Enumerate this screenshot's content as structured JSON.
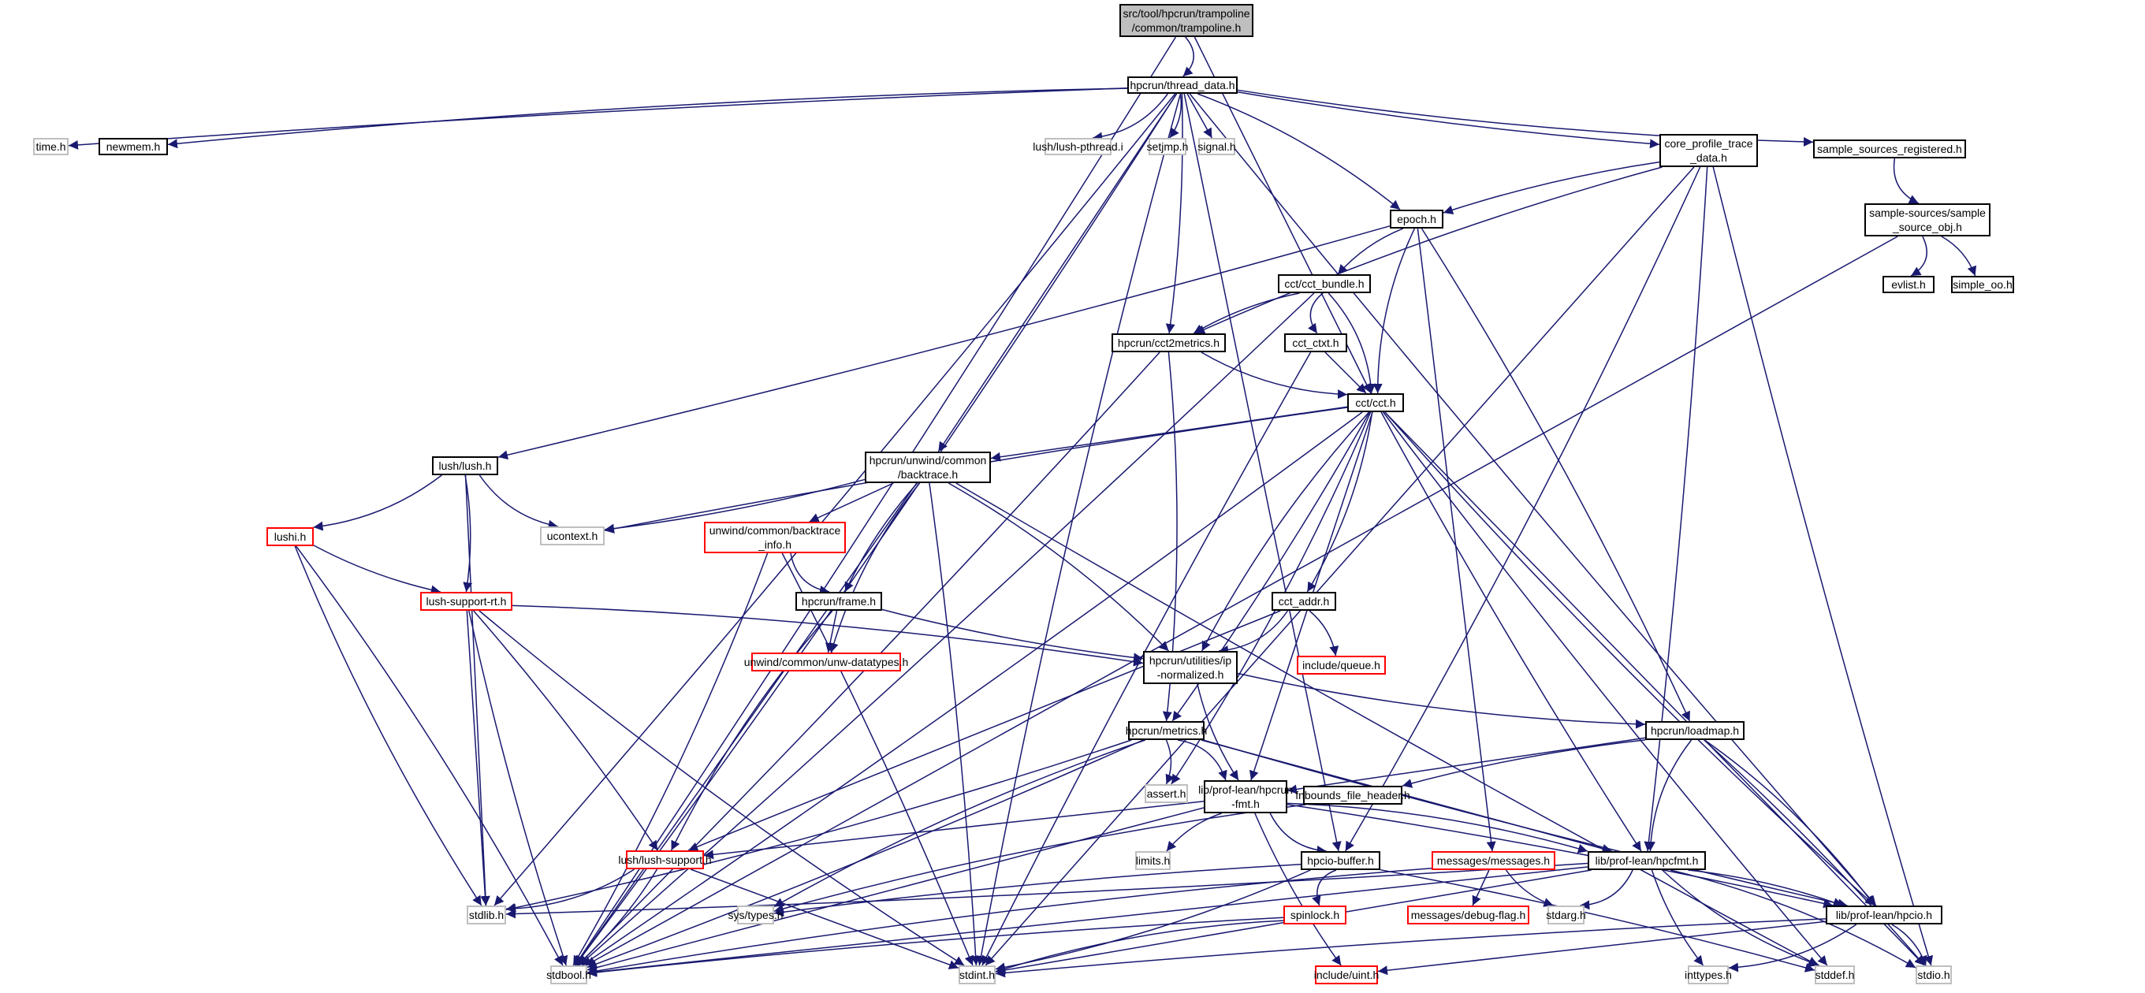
{
  "title": "src/tool/hpcrun/trampoline/common/trampoline.h include dependency graph",
  "colors": {
    "edge": "#191970",
    "node_border": "#000000",
    "system_border": "#bfbfbf",
    "truncated_border": "#ff0000",
    "root_fill": "#bfbfbf"
  },
  "nodes": [
    {
      "id": "root",
      "label": "src/tool/hpcrun/trampoline\n/common/trampoline.h",
      "kind": "root"
    },
    {
      "id": "thread_data",
      "label": "hpcrun/thread_data.h",
      "kind": "normal"
    },
    {
      "id": "time",
      "label": "time.h",
      "kind": "sys"
    },
    {
      "id": "newmem",
      "label": "newmem.h",
      "kind": "normal"
    },
    {
      "id": "lush_pthread",
      "label": "lush/lush-pthread.i",
      "kind": "sys"
    },
    {
      "id": "setjmp",
      "label": "setjmp.h",
      "kind": "sys"
    },
    {
      "id": "signal",
      "label": "signal.h",
      "kind": "sys"
    },
    {
      "id": "core_profile",
      "label": "core_profile_trace\n_data.h",
      "kind": "normal"
    },
    {
      "id": "ss_registered",
      "label": "sample_sources_registered.h",
      "kind": "normal"
    },
    {
      "id": "ss_obj",
      "label": "sample-sources/sample\n_source_obj.h",
      "kind": "normal"
    },
    {
      "id": "evlist",
      "label": "evlist.h",
      "kind": "normal"
    },
    {
      "id": "simple_oo",
      "label": "simple_oo.h",
      "kind": "normal"
    },
    {
      "id": "epoch",
      "label": "epoch.h",
      "kind": "normal"
    },
    {
      "id": "cct_bundle",
      "label": "cct/cct_bundle.h",
      "kind": "normal"
    },
    {
      "id": "cct2metrics",
      "label": "hpcrun/cct2metrics.h",
      "kind": "normal"
    },
    {
      "id": "cct_ctxt",
      "label": "cct_ctxt.h",
      "kind": "normal"
    },
    {
      "id": "cct",
      "label": "cct/cct.h",
      "kind": "normal"
    },
    {
      "id": "lush",
      "label": "lush/lush.h",
      "kind": "normal"
    },
    {
      "id": "backtrace",
      "label": "hpcrun/unwind/common\n/backtrace.h",
      "kind": "normal"
    },
    {
      "id": "ucontext",
      "label": "ucontext.h",
      "kind": "sys"
    },
    {
      "id": "lushi",
      "label": "lushi.h",
      "kind": "trunc"
    },
    {
      "id": "bt_info",
      "label": "unwind/common/backtrace\n_info.h",
      "kind": "trunc"
    },
    {
      "id": "lush_support_rt",
      "label": "lush-support-rt.h",
      "kind": "trunc"
    },
    {
      "id": "frame",
      "label": "hpcrun/frame.h",
      "kind": "normal"
    },
    {
      "id": "unw_datatypes",
      "label": "unwind/common/unw-datatypes.h",
      "kind": "trunc"
    },
    {
      "id": "cct_addr",
      "label": "cct_addr.h",
      "kind": "normal"
    },
    {
      "id": "ip_norm",
      "label": "hpcrun/utilities/ip\n-normalized.h",
      "kind": "normal"
    },
    {
      "id": "queue",
      "label": "include/queue.h",
      "kind": "trunc"
    },
    {
      "id": "metrics",
      "label": "hpcrun/metrics.h",
      "kind": "normal"
    },
    {
      "id": "loadmap",
      "label": "hpcrun/loadmap.h",
      "kind": "normal"
    },
    {
      "id": "assert",
      "label": "assert.h",
      "kind": "sys"
    },
    {
      "id": "hpcrun_fmt",
      "label": "lib/prof-lean/hpcrun\n-fmt.h",
      "kind": "normal"
    },
    {
      "id": "fnbounds",
      "label": "fnbounds_file_header.h",
      "kind": "normal"
    },
    {
      "id": "lush_support",
      "label": "lush/lush-support.h",
      "kind": "trunc"
    },
    {
      "id": "limits",
      "label": "limits.h",
      "kind": "sys"
    },
    {
      "id": "hpcio_buffer",
      "label": "hpcio-buffer.h",
      "kind": "normal"
    },
    {
      "id": "messages",
      "label": "messages/messages.h",
      "kind": "trunc"
    },
    {
      "id": "hpcfmt",
      "label": "lib/prof-lean/hpcfmt.h",
      "kind": "normal"
    },
    {
      "id": "stdlib",
      "label": "stdlib.h",
      "kind": "sys"
    },
    {
      "id": "sys_types",
      "label": "sys/types.h",
      "kind": "sys"
    },
    {
      "id": "spinlock",
      "label": "spinlock.h",
      "kind": "trunc"
    },
    {
      "id": "debug_flag",
      "label": "messages/debug-flag.h",
      "kind": "trunc"
    },
    {
      "id": "stdarg",
      "label": "stdarg.h",
      "kind": "sys"
    },
    {
      "id": "hpcio",
      "label": "lib/prof-lean/hpcio.h",
      "kind": "normal"
    },
    {
      "id": "stdbool",
      "label": "stdbool.h",
      "kind": "sys"
    },
    {
      "id": "stdint",
      "label": "stdint.h",
      "kind": "sys"
    },
    {
      "id": "uint",
      "label": "include/uint.h",
      "kind": "trunc"
    },
    {
      "id": "inttypes",
      "label": "inttypes.h",
      "kind": "sys"
    },
    {
      "id": "stddef",
      "label": "stddef.h",
      "kind": "sys"
    },
    {
      "id": "stdio",
      "label": "stdio.h",
      "kind": "sys"
    }
  ],
  "edges": [
    [
      "root",
      "thread_data"
    ],
    [
      "root",
      "stdbool"
    ],
    [
      "root",
      "cct"
    ],
    [
      "thread_data",
      "time"
    ],
    [
      "thread_data",
      "newmem"
    ],
    [
      "thread_data",
      "lush_pthread"
    ],
    [
      "thread_data",
      "setjmp"
    ],
    [
      "thread_data",
      "signal"
    ],
    [
      "thread_data",
      "core_profile"
    ],
    [
      "thread_data",
      "ss_registered"
    ],
    [
      "thread_data",
      "epoch"
    ],
    [
      "thread_data",
      "cct2metrics"
    ],
    [
      "thread_data",
      "backtrace"
    ],
    [
      "thread_data",
      "hpcio"
    ],
    [
      "thread_data",
      "stdint"
    ],
    [
      "thread_data",
      "stdbool"
    ],
    [
      "thread_data",
      "stdlib"
    ],
    [
      "thread_data",
      "hpcio_buffer"
    ],
    [
      "core_profile",
      "epoch"
    ],
    [
      "core_profile",
      "cct2metrics"
    ],
    [
      "core_profile",
      "hpcio_buffer"
    ],
    [
      "core_profile",
      "hpcfmt"
    ],
    [
      "core_profile",
      "stdint"
    ],
    [
      "core_profile",
      "stdio"
    ],
    [
      "ss_registered",
      "ss_obj"
    ],
    [
      "ss_obj",
      "evlist"
    ],
    [
      "ss_obj",
      "simple_oo"
    ],
    [
      "ss_obj",
      "stdbool"
    ],
    [
      "epoch",
      "cct_bundle"
    ],
    [
      "epoch",
      "cct"
    ],
    [
      "epoch",
      "loadmap"
    ],
    [
      "epoch",
      "lush"
    ],
    [
      "epoch",
      "messages"
    ],
    [
      "cct_bundle",
      "cct2metrics"
    ],
    [
      "cct_bundle",
      "cct_ctxt"
    ],
    [
      "cct_bundle",
      "cct"
    ],
    [
      "cct_bundle",
      "stdbool"
    ],
    [
      "cct_ctxt",
      "cct"
    ],
    [
      "cct_ctxt",
      "stdint"
    ],
    [
      "cct2metrics",
      "cct"
    ],
    [
      "cct2metrics",
      "metrics"
    ],
    [
      "cct2metrics",
      "stdbool"
    ],
    [
      "cct",
      "backtrace"
    ],
    [
      "cct",
      "ucontext"
    ],
    [
      "cct",
      "ip_norm"
    ],
    [
      "cct",
      "cct_addr"
    ],
    [
      "cct",
      "metrics"
    ],
    [
      "cct",
      "hpcrun_fmt"
    ],
    [
      "cct",
      "hpcfmt"
    ],
    [
      "cct",
      "hpcio"
    ],
    [
      "cct",
      "assert"
    ],
    [
      "cct",
      "stdbool"
    ],
    [
      "cct",
      "stdio"
    ],
    [
      "cct",
      "stddef"
    ],
    [
      "lush",
      "ucontext"
    ],
    [
      "lush",
      "lushi"
    ],
    [
      "lush",
      "lush_support_rt"
    ],
    [
      "lush",
      "stdlib"
    ],
    [
      "lushi",
      "lush_support_rt"
    ],
    [
      "lushi",
      "stdlib"
    ],
    [
      "lushi",
      "stdbool"
    ],
    [
      "backtrace",
      "ucontext"
    ],
    [
      "backtrace",
      "bt_info"
    ],
    [
      "backtrace",
      "frame"
    ],
    [
      "backtrace",
      "unw_datatypes"
    ],
    [
      "backtrace",
      "ip_norm"
    ],
    [
      "backtrace",
      "stdint"
    ],
    [
      "backtrace",
      "stdbool"
    ],
    [
      "backtrace",
      "stddef"
    ],
    [
      "bt_info",
      "frame"
    ],
    [
      "bt_info",
      "stdbool"
    ],
    [
      "bt_info",
      "stdint"
    ],
    [
      "frame",
      "unw_datatypes"
    ],
    [
      "frame",
      "ip_norm"
    ],
    [
      "frame",
      "lush_support"
    ],
    [
      "lush_support_rt",
      "ip_norm"
    ],
    [
      "lush_support_rt",
      "lush_support"
    ],
    [
      "lush_support_rt",
      "stdlib"
    ],
    [
      "lush_support_rt",
      "stdbool"
    ],
    [
      "lush_support_rt",
      "stdint"
    ],
    [
      "cct_addr",
      "ip_norm"
    ],
    [
      "cct_addr",
      "queue"
    ],
    [
      "cct_addr",
      "lush_support"
    ],
    [
      "ip_norm",
      "hpcrun_fmt"
    ],
    [
      "ip_norm",
      "loadmap"
    ],
    [
      "metrics",
      "hpcrun_fmt"
    ],
    [
      "metrics",
      "assert"
    ],
    [
      "metrics",
      "hpcfmt"
    ],
    [
      "metrics",
      "hpcio"
    ],
    [
      "metrics",
      "sys_types"
    ],
    [
      "metrics",
      "stdlib"
    ],
    [
      "metrics",
      "stdbool"
    ],
    [
      "loadmap",
      "hpcrun_fmt"
    ],
    [
      "loadmap",
      "fnbounds"
    ],
    [
      "loadmap",
      "hpcfmt"
    ],
    [
      "loadmap",
      "hpcio"
    ],
    [
      "loadmap",
      "stdio"
    ],
    [
      "hpcrun_fmt",
      "lush_support"
    ],
    [
      "hpcrun_fmt",
      "limits"
    ],
    [
      "hpcrun_fmt",
      "hpcio_buffer"
    ],
    [
      "hpcrun_fmt",
      "hpcfmt"
    ],
    [
      "hpcrun_fmt",
      "hpcio"
    ],
    [
      "hpcrun_fmt",
      "stdbool"
    ],
    [
      "hpcrun_fmt",
      "uint"
    ],
    [
      "fnbounds",
      "sys_types"
    ],
    [
      "lush_support",
      "stdlib"
    ],
    [
      "lush_support",
      "stdbool"
    ],
    [
      "lush_support",
      "stdint"
    ],
    [
      "hpcio_buffer",
      "sys_types"
    ],
    [
      "hpcio_buffer",
      "spinlock"
    ],
    [
      "hpcio_buffer",
      "stdint"
    ],
    [
      "hpcio_buffer",
      "stddef"
    ],
    [
      "messages",
      "debug_flag"
    ],
    [
      "messages",
      "stdarg"
    ],
    [
      "messages",
      "stdbool"
    ],
    [
      "hpcfmt",
      "stdarg"
    ],
    [
      "hpcfmt",
      "hpcio"
    ],
    [
      "hpcfmt",
      "stdint"
    ],
    [
      "hpcfmt",
      "inttypes"
    ],
    [
      "hpcfmt",
      "stddef"
    ],
    [
      "hpcfmt",
      "stdio"
    ],
    [
      "hpcfmt",
      "stdlib"
    ],
    [
      "hpcfmt",
      "stdbool"
    ],
    [
      "spinlock",
      "stdbool"
    ],
    [
      "spinlock",
      "stdint"
    ],
    [
      "hpcio",
      "inttypes"
    ],
    [
      "hpcio",
      "stdio"
    ],
    [
      "hpcio",
      "uint"
    ],
    [
      "hpcio",
      "stdint"
    ]
  ]
}
